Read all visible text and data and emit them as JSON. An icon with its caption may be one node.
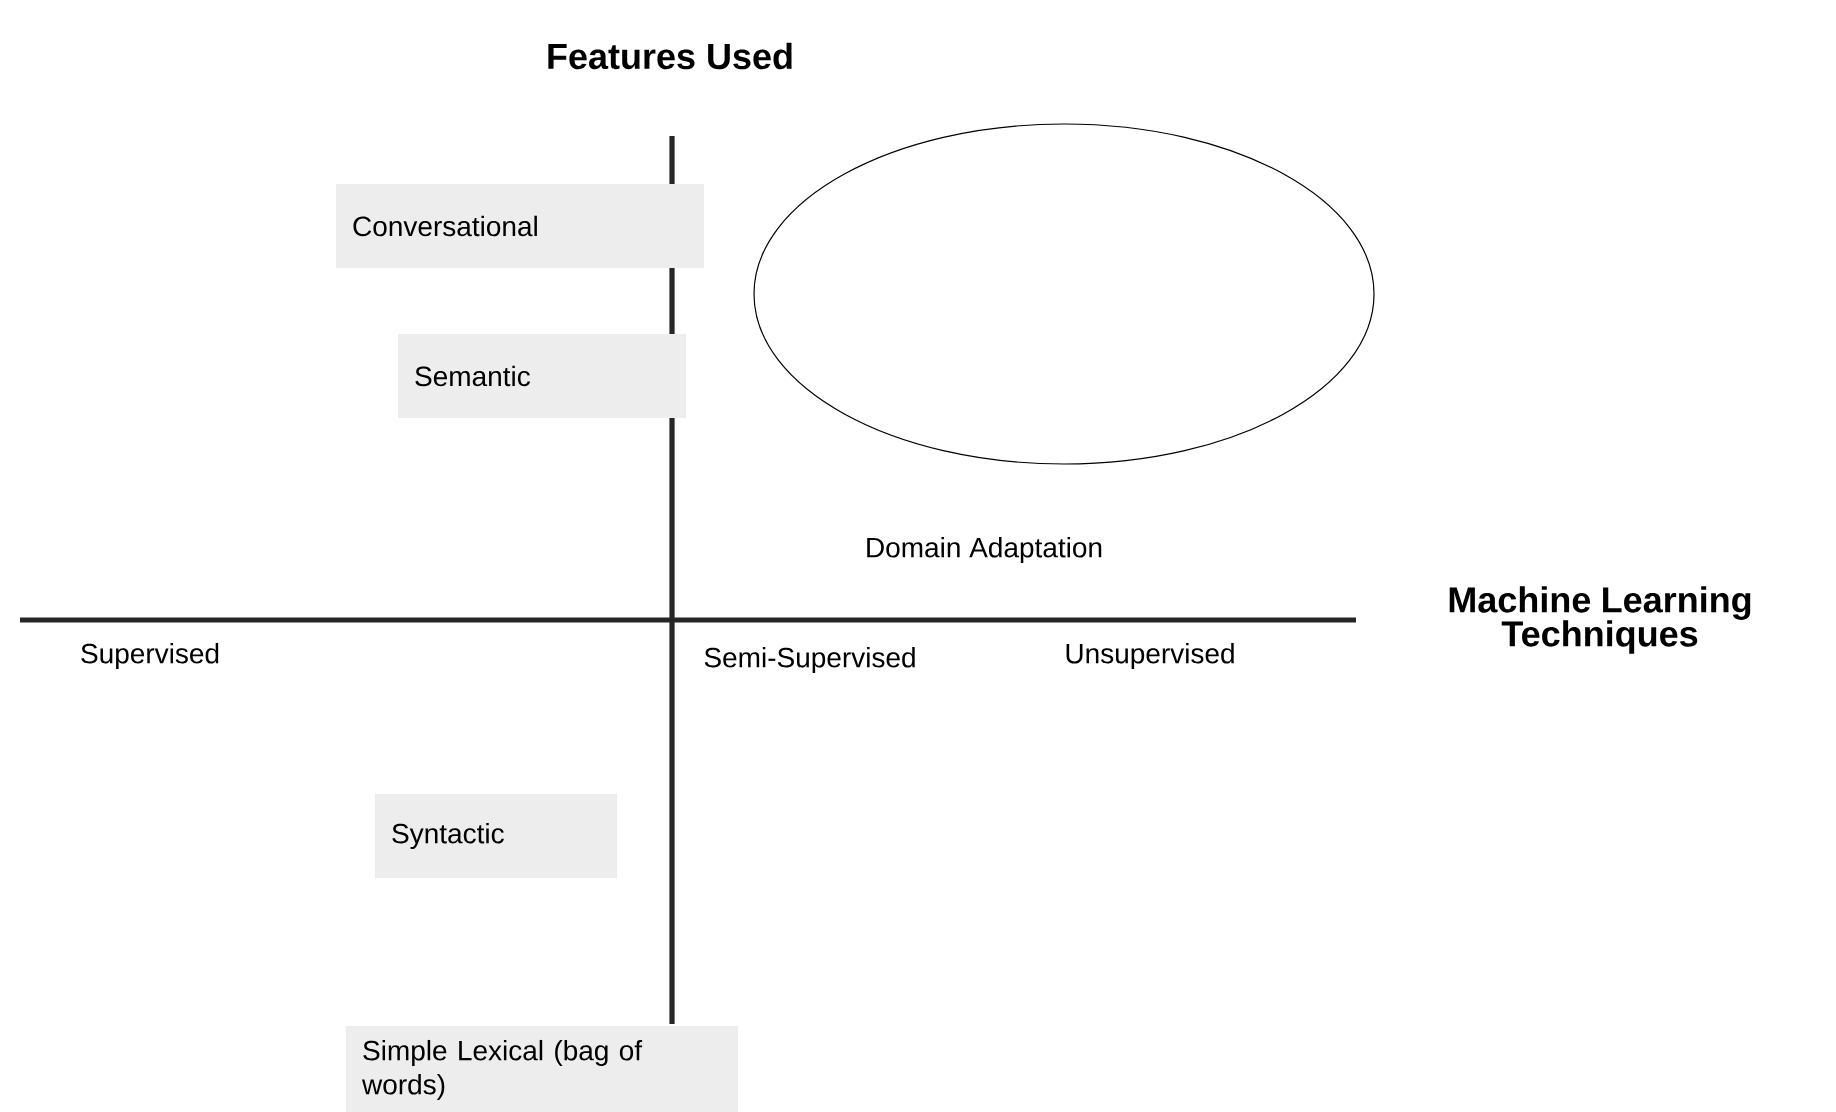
{
  "diagram": {
    "nodes": [
      {
        "text": [
          "Conversational"
        ]
      },
      {
        "text": [
          "Semantic"
        ]
      },
      {
        "text": [],
        "shape": "ellipse",
        "beside": [
          "Domain Adaptation"
        ]
      },
      {
        "text": [
          "Syntactic"
        ]
      },
      {
        "text": [
          "Simple Lexical (bag of words)"
        ]
      }
    ],
    "edges": [],
    "labels": [
      "Features Used",
      "Machine Learning Techniques",
      "Supervised",
      "Semi-Supervised",
      "Unsupervised"
    ]
  }
}
